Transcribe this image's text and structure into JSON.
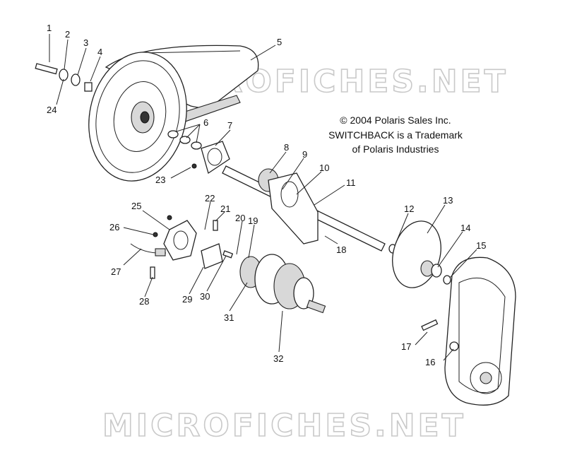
{
  "notice": {
    "copyright": "© 2004 Polaris Sales Inc.",
    "trademark_line1": "SWITCHBACK is a Trademark",
    "trademark_line2": "of Polaris Industries"
  },
  "watermarks": [
    "MICROFICHES.NET",
    "MICROFICHES.NET"
  ],
  "callouts": [
    {
      "id": "1",
      "text": "1"
    },
    {
      "id": "2",
      "text": "2"
    },
    {
      "id": "3",
      "text": "3"
    },
    {
      "id": "4",
      "text": "4"
    },
    {
      "id": "5",
      "text": "5"
    },
    {
      "id": "6",
      "text": "6"
    },
    {
      "id": "7",
      "text": "7"
    },
    {
      "id": "8",
      "text": "8"
    },
    {
      "id": "9",
      "text": "9"
    },
    {
      "id": "10",
      "text": "10"
    },
    {
      "id": "11",
      "text": "11"
    },
    {
      "id": "12",
      "text": "12"
    },
    {
      "id": "13",
      "text": "13"
    },
    {
      "id": "14",
      "text": "14"
    },
    {
      "id": "15",
      "text": "15"
    },
    {
      "id": "16",
      "text": "16"
    },
    {
      "id": "17",
      "text": "17"
    },
    {
      "id": "18",
      "text": "18"
    },
    {
      "id": "19",
      "text": "19"
    },
    {
      "id": "20",
      "text": "20"
    },
    {
      "id": "21",
      "text": "21"
    },
    {
      "id": "22",
      "text": "22"
    },
    {
      "id": "23",
      "text": "23"
    },
    {
      "id": "24",
      "text": "24"
    },
    {
      "id": "25",
      "text": "25"
    },
    {
      "id": "26",
      "text": "26"
    },
    {
      "id": "27",
      "text": "27"
    },
    {
      "id": "28",
      "text": "28"
    },
    {
      "id": "29",
      "text": "29"
    },
    {
      "id": "30",
      "text": "30"
    },
    {
      "id": "31",
      "text": "31"
    },
    {
      "id": "32",
      "text": "32"
    }
  ]
}
